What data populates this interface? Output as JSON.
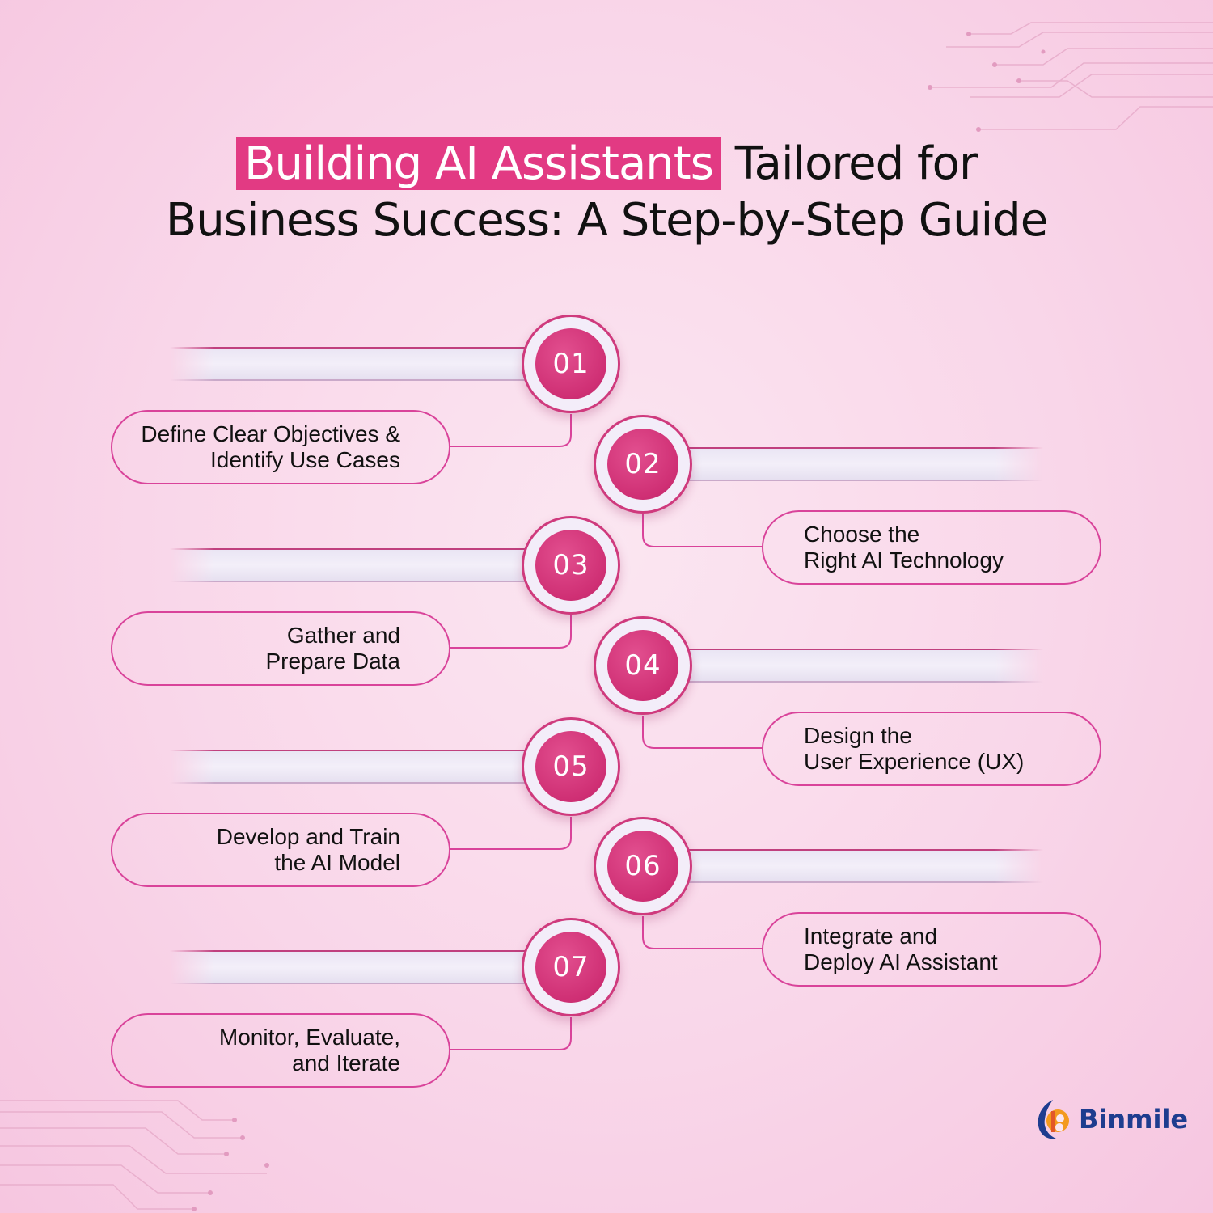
{
  "title": {
    "highlight": "Building AI Assistants",
    "line1_rest": "Tailored for",
    "line2": "Business Success: A Step-by-Step Guide"
  },
  "steps": [
    {
      "number": "01",
      "line1": "Define Clear Objectives &",
      "line2": "Identify Use Cases"
    },
    {
      "number": "02",
      "line1": "Choose the",
      "line2": "Right AI Technology"
    },
    {
      "number": "03",
      "line1": "Gather and",
      "line2": "Prepare Data"
    },
    {
      "number": "04",
      "line1": "Design the",
      "line2": "User Experience (UX)"
    },
    {
      "number": "05",
      "line1": "Develop and Train",
      "line2": "the AI Model"
    },
    {
      "number": "06",
      "line1": "Integrate and",
      "line2": "Deploy AI Assistant"
    },
    {
      "number": "07",
      "line1": "Monitor, Evaluate,",
      "line2": "and Iterate"
    }
  ],
  "brand": {
    "name": "Binmile"
  },
  "colors": {
    "accent": "#e23a83",
    "circle": "#cf2f74",
    "pill_border": "#d9439a",
    "bar": "#ece7f5",
    "brand_text": "#1e3d8f"
  },
  "icons": [
    "circuit-decoration-icon",
    "binmile-logo-icon"
  ]
}
